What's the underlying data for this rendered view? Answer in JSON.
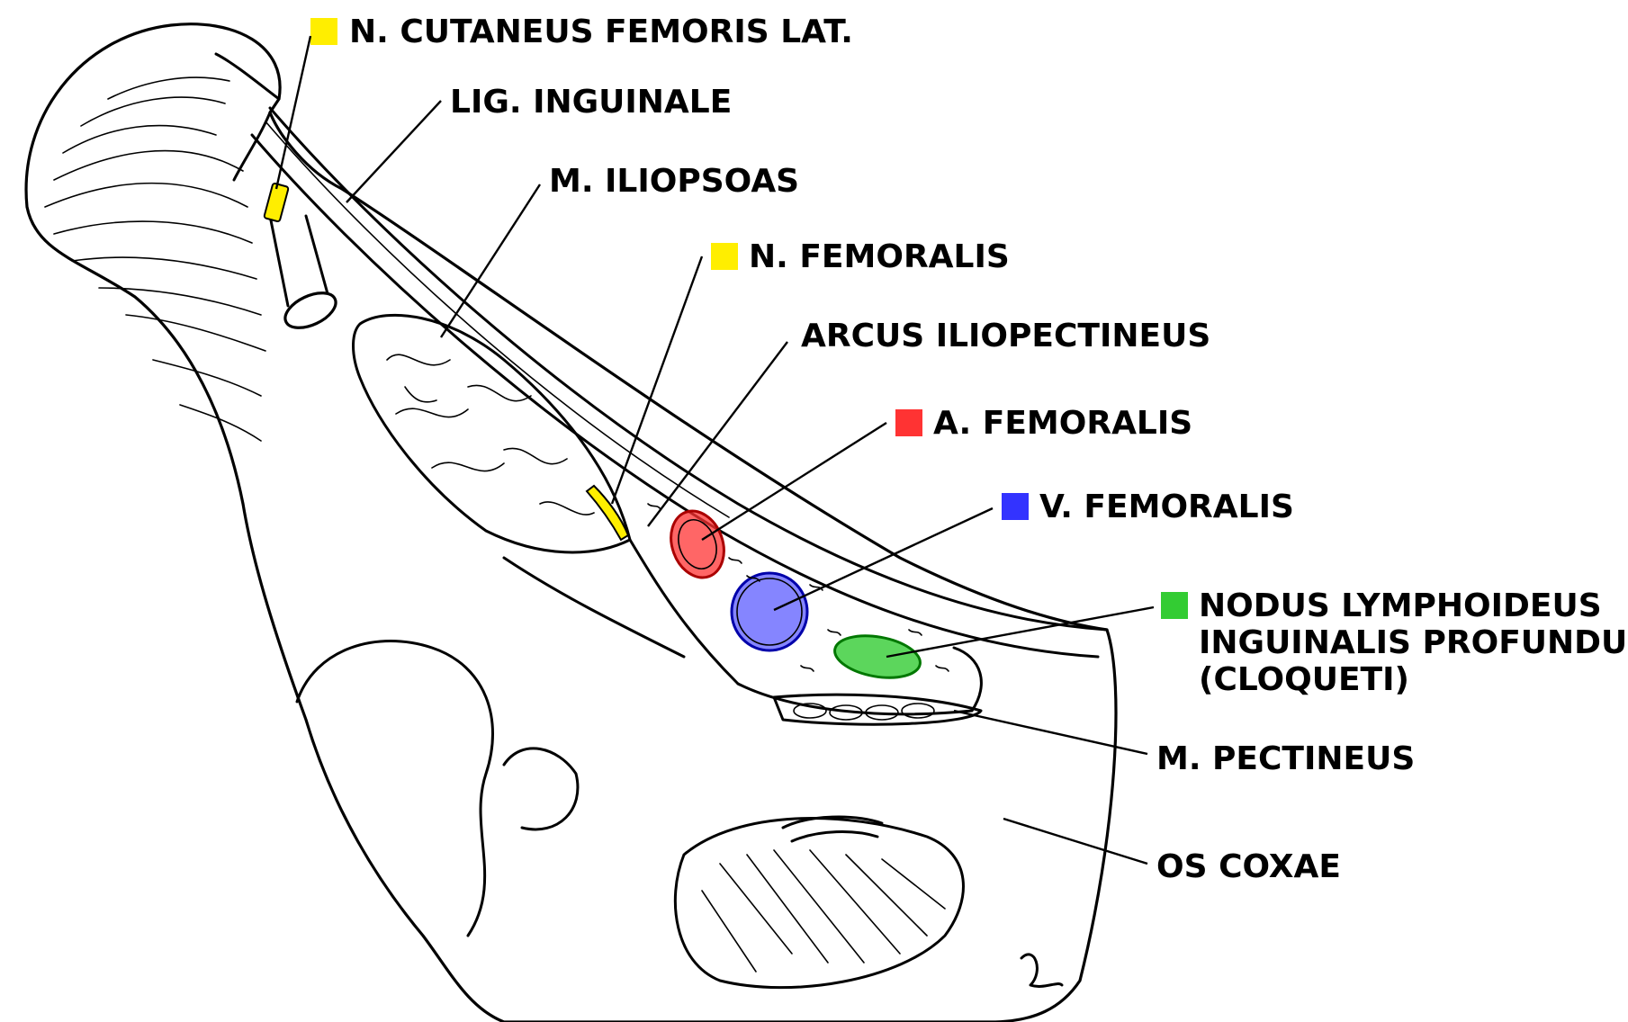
{
  "colors": {
    "nerve": "#ffee00",
    "artery": "#ff3333",
    "vein": "#3333ff",
    "lymph": "#33cc33"
  },
  "labels": {
    "n_cutaneus": "N. CUTANEUS FEMORIS LAT.",
    "lig_inguinale": "LIG. INGUINALE",
    "m_iliopsoas": "M. ILIOPSOAS",
    "n_femoralis": "N. FEMORALIS",
    "arcus": "ARCUS ILIOPECTINEUS",
    "a_femoralis": "A. FEMORALIS",
    "v_femoralis": "V. FEMORALIS",
    "nodus_line1": "NODUS LYMPHOIDEUS",
    "nodus_line2": "INGUINALIS PROFUNDUS",
    "nodus_line3": "(CLOQUETI)",
    "m_pectineus": "M. PECTINEUS",
    "os_coxae": "OS COXAE"
  }
}
